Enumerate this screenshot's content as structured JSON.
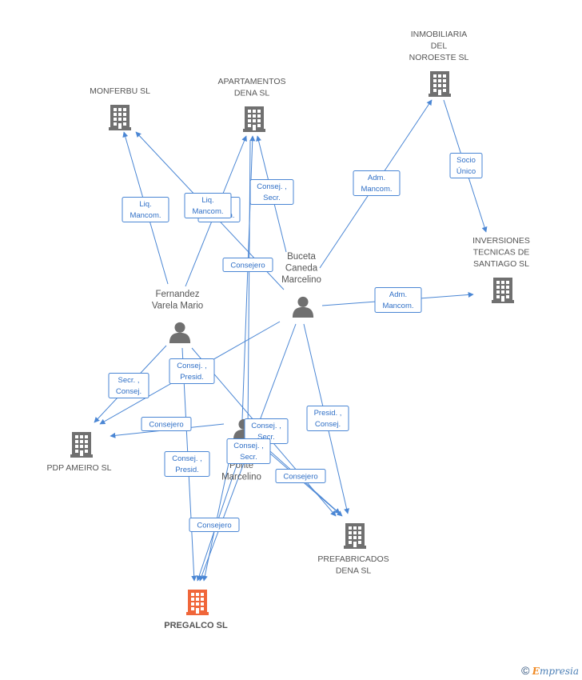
{
  "colors": {
    "edge": "#4a86d4",
    "company": "#707070",
    "main_company": "#f0663a",
    "person": "#707070"
  },
  "companies": [
    {
      "id": "monferbu",
      "label_lines": [
        "MONFERBU  SL"
      ],
      "main": false
    },
    {
      "id": "apartamentos",
      "label_lines": [
        "APARTAMENTOS",
        "DENA SL"
      ],
      "main": false
    },
    {
      "id": "inmobiliaria",
      "label_lines": [
        "INMOBILIARIA",
        "DEL",
        "NOROESTE SL"
      ],
      "main": false
    },
    {
      "id": "inversiones",
      "label_lines": [
        "INVERSIONES",
        "TECNICAS DE",
        "SANTIAGO SL"
      ],
      "main": false
    },
    {
      "id": "pdp",
      "label_lines": [
        "PDP AMEIRO SL"
      ],
      "main": false
    },
    {
      "id": "prefabricados",
      "label_lines": [
        "PREFABRICADOS",
        "DENA SL"
      ],
      "main": false
    },
    {
      "id": "pregalco",
      "label_lines": [
        "PREGALCO SL"
      ],
      "main": true
    }
  ],
  "persons": [
    {
      "id": "fernandez",
      "label_lines": [
        "Fernandez",
        "Varela Mario"
      ]
    },
    {
      "id": "buceta",
      "label_lines": [
        "Buceta",
        "Caneda",
        "Marcelino"
      ]
    },
    {
      "id": "ponte",
      "label_lines": [
        "Ponte",
        "Marcelino"
      ]
    }
  ],
  "edge_labels": [
    {
      "id": "l1",
      "lines": [
        "Liq.",
        "Mancom."
      ]
    },
    {
      "id": "l2",
      "lines": [
        "Liq.",
        "Mancom."
      ]
    },
    {
      "id": "l3",
      "lines": [
        "Liq.",
        "Mancom."
      ]
    },
    {
      "id": "l4",
      "lines": [
        "Consej. ,",
        "Secr."
      ]
    },
    {
      "id": "l5",
      "lines": [
        "Consejero"
      ]
    },
    {
      "id": "l6",
      "lines": [
        "Adm.",
        "Mancom."
      ]
    },
    {
      "id": "l7",
      "lines": [
        "Socio",
        "Único"
      ]
    },
    {
      "id": "l8",
      "lines": [
        "Adm.",
        "Mancom."
      ]
    },
    {
      "id": "l9",
      "lines": [
        "Secr. ,",
        "Consej."
      ]
    },
    {
      "id": "l10",
      "lines": [
        "Consej. ,",
        "Presid."
      ]
    },
    {
      "id": "l11",
      "lines": [
        "Consejero"
      ]
    },
    {
      "id": "l12",
      "lines": [
        "Consej. ,",
        "Secr."
      ]
    },
    {
      "id": "l13",
      "lines": [
        "Consej. ,",
        "Secr."
      ]
    },
    {
      "id": "l14",
      "lines": [
        "Consej. ,",
        "Presid."
      ]
    },
    {
      "id": "l15",
      "lines": [
        "Presid. ,",
        "Consej."
      ]
    },
    {
      "id": "l16",
      "lines": [
        "Consejero"
      ]
    },
    {
      "id": "l17",
      "lines": [
        "Consejero"
      ]
    }
  ],
  "footer": {
    "copyright": "©",
    "brand_first": "E",
    "brand_rest": "mpresia"
  }
}
